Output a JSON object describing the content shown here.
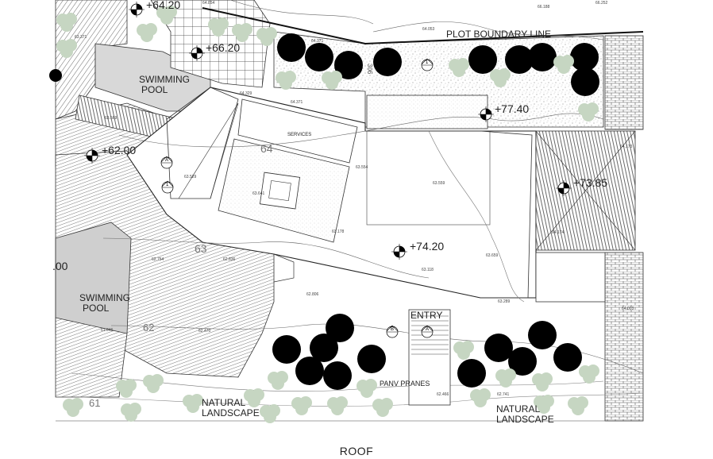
{
  "labels": {
    "plot_boundary": "PLOT BOUNDARY LINE",
    "swimming_pool_top": [
      "SWIMMING",
      "POOL"
    ],
    "swimming_pool_bottom": [
      "SWIMMING",
      "POOL"
    ],
    "services": "SERVICES",
    "entry": "ENTRY",
    "panv_pranes": "PANV PRANES",
    "natural_landscape_left": [
      "NATURAL",
      "LANDSCAPE"
    ],
    "natural_landscape_right": [
      "NATURAL",
      "LANDSCAPE"
    ],
    "caption": "ROOF"
  },
  "levels": {
    "l1": "+64.20",
    "l2": "+66.20",
    "l3": "+77.40",
    "l4": "+62.00",
    "l5": "+73.85",
    "l6": "+74.20",
    "l7": ".00"
  },
  "contours": {
    "c64": "64",
    "c63": "63",
    "c62": "62",
    "c61": "61",
    "c306": "306"
  },
  "spot_heights": {
    "s1": "64.854",
    "s2": "66.188",
    "s3": "66.252",
    "s4": "64.053",
    "s5": "64.371",
    "s6": "64.329",
    "s7": "64.371",
    "s8": "63.569",
    "s9": "63.554",
    "s10": "63.641",
    "s11": "63.559",
    "s12": "63.529",
    "s13": "63.178",
    "s14": "63.659",
    "s15": "63.118",
    "s16": "63.289",
    "s17": "62.806",
    "s18": "62.754",
    "s19": "62.836",
    "s20": "62.470",
    "s21": "61.946",
    "s22": "62.466",
    "s23": "62.741",
    "s24": "64.173",
    "s25": "64.174",
    "s26": "64.003",
    "s27": "63.371"
  },
  "section_refs": {
    "r1": "1",
    "r2": "A",
    "r3": "1",
    "r4": "B",
    "r5": "A",
    "r6": "1"
  }
}
